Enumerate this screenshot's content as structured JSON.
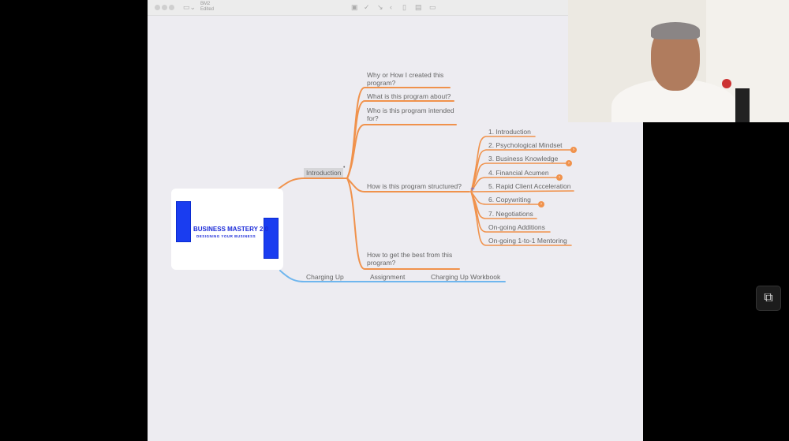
{
  "window": {
    "title": "BM2",
    "status": "Edited"
  },
  "toolbar_icons": [
    "grid-icon",
    "check-icon",
    "connector-icon",
    "back-icon",
    "document-icon",
    "image-icon",
    "presentation-icon"
  ],
  "root": {
    "title": "BUSINESS MASTERY 2.0",
    "subtitle": "DESIGNING YOUR BUSINESS"
  },
  "introduction": {
    "label": "Introduction",
    "topics": [
      "Why or How I created this\nprogram?",
      "What is this program about?",
      "Who is this program intended\nfor?",
      "How is this program structured?",
      "How to get the best from this\nprogram?"
    ],
    "structure": [
      "1. Introduction",
      "2. Psychological Mindset",
      "3. Business Knowledge",
      "4. Financial Acumen",
      "5. Rapid Client Acceleration",
      "6. Copywriting",
      "7. Negotiations",
      "On-going Additions",
      "On-going 1-to-1 Mentoring"
    ]
  },
  "charging_up": {
    "label": "Charging Up",
    "child": "Assignment",
    "grandchild": "Charging Up Workbook"
  },
  "colors": {
    "orange": "#f0924c",
    "blue": "#6fb6ee",
    "accent": "#1a3df0"
  }
}
